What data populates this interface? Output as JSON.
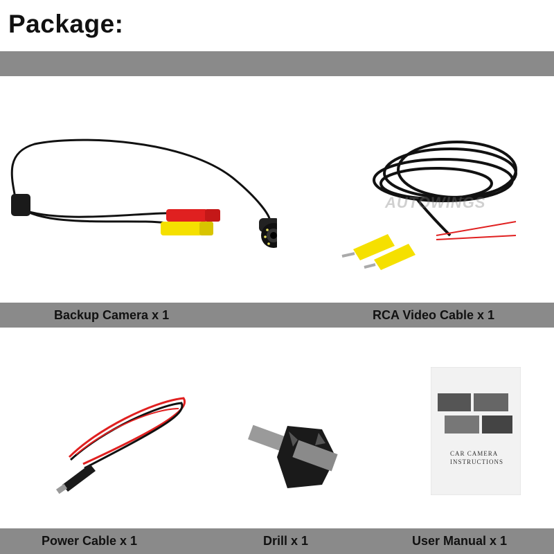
{
  "page": {
    "title": "Package:"
  },
  "items": [
    {
      "label": "Backup Camera x 1",
      "icon": "backup-camera-icon"
    },
    {
      "label": "RCA Video Cable x 1",
      "icon": "rca-cable-icon"
    },
    {
      "label": "Power Cable x 1",
      "icon": "power-cable-icon"
    },
    {
      "label": "Drill x 1",
      "icon": "drill-icon"
    },
    {
      "label": "User Manual x 1",
      "icon": "manual-icon"
    }
  ],
  "watermark": "AUTOWINGS",
  "manual": {
    "line1": "CAR CAMERA",
    "line2": "INSTRUCTIONS"
  },
  "colors": {
    "band": "#8a8a8a",
    "yellow": "#f5e000",
    "red": "#e02020",
    "cable": "#111111"
  }
}
